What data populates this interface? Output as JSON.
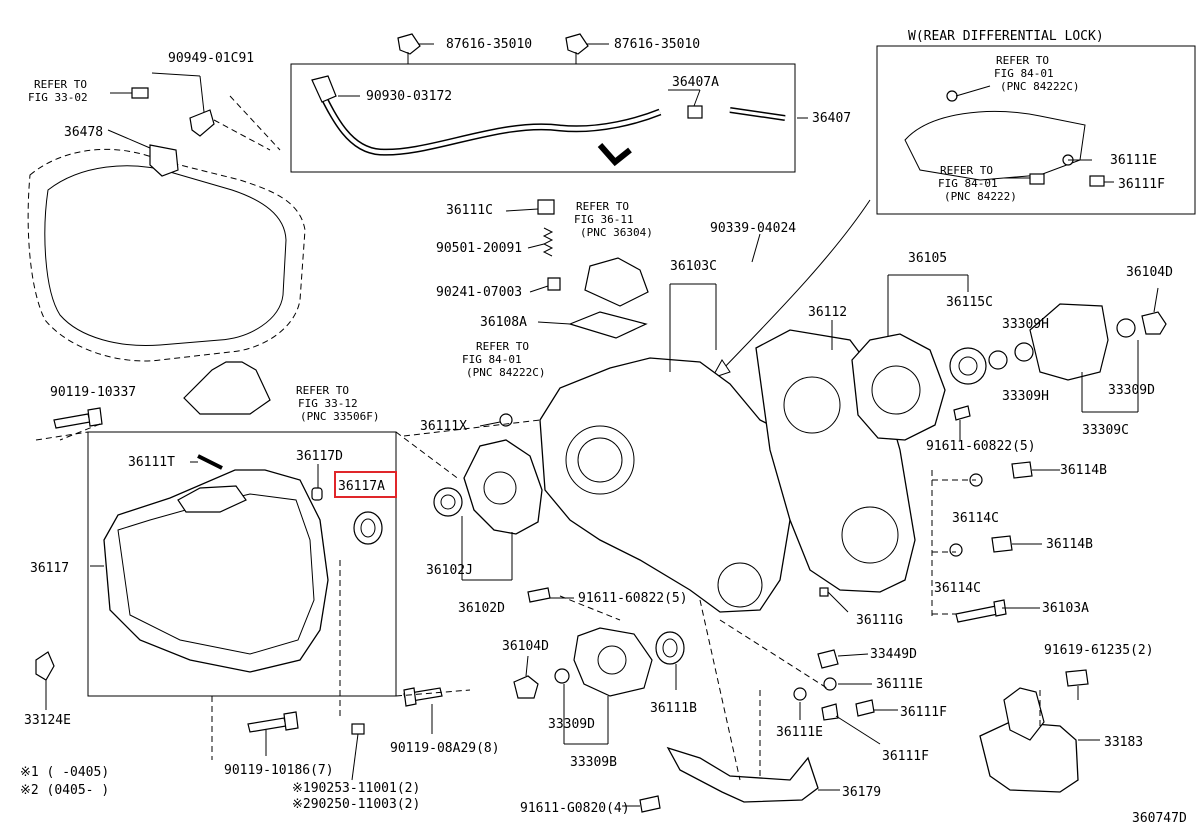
{
  "labels": {
    "p909491c91": "90949-01C91",
    "ref33_02": "REFER TO",
    "ref33_02b": "FIG 33-02",
    "p36478": "36478",
    "p87616a": "87616-35010",
    "p87616b": "87616-35010",
    "p90930": "90930-03172",
    "p36407a": "36407A",
    "p36407": "36407",
    "w_title": "W(REAR DIFFERENTIAL LOCK)",
    "w_ref1a": "REFER TO",
    "w_ref1b": "FIG 84-01",
    "w_ref1c": "(PNC 84222C)",
    "w_ref2a": "REFER TO",
    "w_ref2b": "FIG 84-01",
    "w_ref2c": "(PNC 84222)",
    "p36111e_w": "36111E",
    "p36111f_w": "36111F",
    "p36111c": "36111C",
    "ref36a": "REFER TO",
    "ref36b": "FIG 36-11",
    "ref36c": "(PNC 36304)",
    "p90501": "90501-20091",
    "p90241": "90241-07003",
    "p36108a": "36108A",
    "p90339": "90339-04024",
    "p36103c": "36103C",
    "ref84a": "REFER TO",
    "ref84b": "FIG 84-01",
    "ref84c": "(PNC 84222C)",
    "p36105": "36105",
    "p36104d_r": "36104D",
    "p36112": "36112",
    "p36115c": "36115C",
    "p33309h_a": "33309H",
    "p33309h_b": "33309H",
    "p33309d_r": "33309D",
    "p33309c": "33309C",
    "p91611_r": "91611-60822(5)",
    "p36114b_a": "36114B",
    "p36114c_a": "36114C",
    "p36114b_b": "36114B",
    "p36114c_b": "36114C",
    "p36103a": "36103A",
    "p36111g": "36111G",
    "p90119_10337": "90119-10337",
    "ref33_12a": "REFER TO",
    "ref33_12b": "FIG 33-12",
    "ref33_12c": "(PNC 33506F)",
    "p36111x": "36111X",
    "p36111t": "36111T",
    "p36117d": "36117D",
    "p36117a": "36117A",
    "p36117": "36117",
    "p36102j": "36102J",
    "p36102d": "36102D",
    "p91611_m": "91611-60822(5)",
    "p36104d_l": "36104D",
    "p33124e": "33124E",
    "p33309d_l": "33309D",
    "p33309b": "33309B",
    "p36111b": "36111B",
    "p33449d": "33449D",
    "p36111e_a": "36111E",
    "p36111f_a": "36111F",
    "p36111e_b": "36111E",
    "p36111f_b": "36111F",
    "p91619": "91619-61235(2)",
    "p33183": "33183",
    "p90119_08a29": "90119-08A29(8)",
    "p90119_10186": "90119-10186(7)",
    "p90253": "※190253-11001(2)",
    "p90250": "※290250-11003(2)",
    "p91611_g": "91611-G0820(4)",
    "p36179": "36179",
    "note1": "※1 (    -0405)",
    "note2": "※2 (0405-    )",
    "code": "360747D"
  },
  "highlight": {
    "part": "36117A",
    "color": "#e0262a"
  }
}
